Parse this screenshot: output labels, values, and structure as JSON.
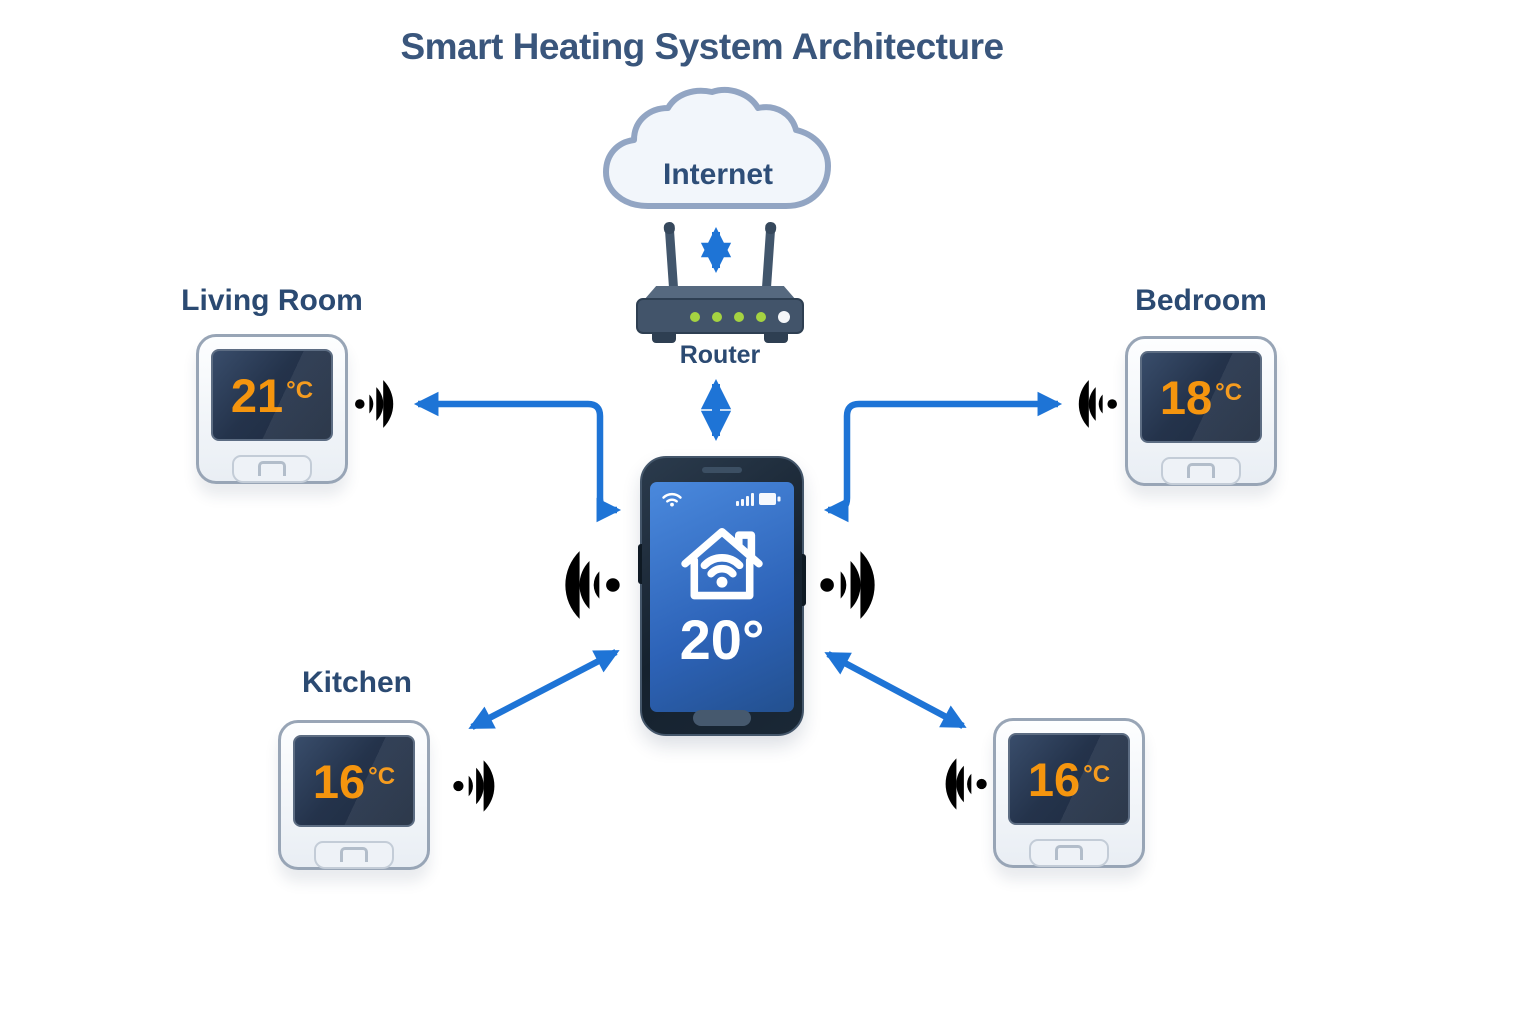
{
  "title": "Smart Heating System Architecture",
  "cloud": {
    "label": "Internet",
    "icon": "cloud-icon"
  },
  "router": {
    "label": "Router",
    "icon": "router-icon",
    "led_count": 4
  },
  "phone": {
    "icon": "smartphone-icon",
    "screen_icon": "smart-home-wifi-icon",
    "status_icons": [
      "wifi-icon",
      "signal-bars-icon",
      "battery-icon"
    ],
    "temperature": "20°"
  },
  "thermostats": [
    {
      "room": "Living Room",
      "temperature": "21",
      "unit": "°C",
      "wifi_icon": "wifi-waves-icon"
    },
    {
      "room": "Bedroom",
      "temperature": "18",
      "unit": "°C",
      "wifi_icon": "wifi-waves-icon"
    },
    {
      "room": "Kitchen",
      "temperature": "16",
      "unit": "°C",
      "wifi_icon": "wifi-waves-icon"
    },
    {
      "room": "",
      "temperature": "16",
      "unit": "°C",
      "wifi_icon": "wifi-waves-icon"
    }
  ],
  "colors": {
    "arrow_blue": "#1e74d6",
    "wifi_blue": "#1a73d8",
    "temp_orange": "#f5950e",
    "label_navy": "#2b4a72",
    "title_navy": "#3a567c",
    "phone_screen_blue": "#2d63b8",
    "router_led_green": "#a5d341"
  }
}
